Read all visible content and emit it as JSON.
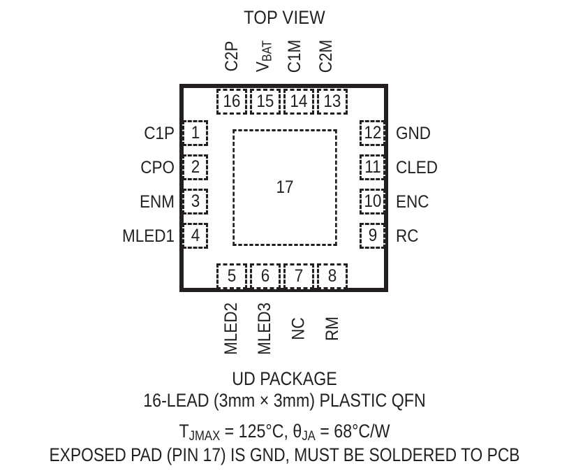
{
  "diagram": {
    "title": "TOP VIEW",
    "exposed_pad": {
      "number": "17",
      "name": "exposed-pad-17"
    },
    "colors": {
      "ink": "#231f20",
      "background": "#ffffff"
    }
  },
  "pins": {
    "left": [
      {
        "number": "1",
        "label": "C1P"
      },
      {
        "number": "2",
        "label": "CPO"
      },
      {
        "number": "3",
        "label": "ENM"
      },
      {
        "number": "4",
        "label": "MLED1"
      }
    ],
    "bottom": [
      {
        "number": "5",
        "label": "MLED2"
      },
      {
        "number": "6",
        "label": "MLED3"
      },
      {
        "number": "7",
        "label": "NC"
      },
      {
        "number": "8",
        "label": "RM"
      }
    ],
    "right": [
      {
        "number": "9",
        "label": "RC"
      },
      {
        "number": "10",
        "label": "ENC"
      },
      {
        "number": "11",
        "label": "CLED"
      },
      {
        "number": "12",
        "label": "GND"
      }
    ],
    "top": [
      {
        "number": "13",
        "label": "C2M",
        "label_sub": ""
      },
      {
        "number": "14",
        "label": "C1M",
        "label_sub": ""
      },
      {
        "number": "15",
        "label": "V",
        "label_sub": "BAT"
      },
      {
        "number": "16",
        "label": "C2P",
        "label_sub": ""
      }
    ]
  },
  "caption": {
    "package": "UD PACKAGE",
    "lead_spec": "16-LEAD (3mm × 3mm) PLASTIC QFN",
    "thermal": {
      "tj_symbol": "T",
      "tj_sub": "JMAX",
      "tj_value": " = 125°C, ",
      "theta_symbol": "θ",
      "theta_sub": "JA",
      "theta_value": " = 68°C/W"
    },
    "note": "EXPOSED PAD (PIN 17) IS GND, MUST BE SOLDERED TO PCB"
  }
}
